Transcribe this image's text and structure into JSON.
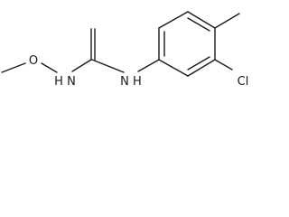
{
  "molecule": {
    "atoms": {
      "oxygen": "O",
      "nitrogen_left": "H N",
      "nitrogen_right": "N H",
      "chlorine": "Cl"
    }
  }
}
